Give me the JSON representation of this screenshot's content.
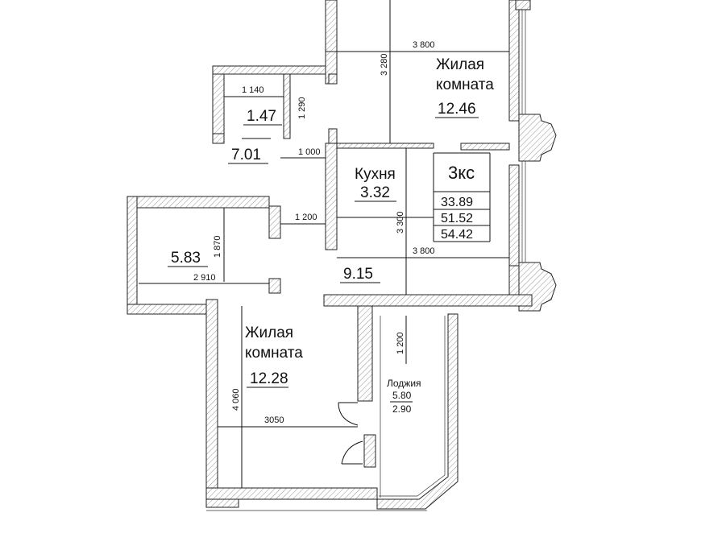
{
  "rooms": {
    "living_top": {
      "name": "Жилая комната",
      "name_line1": "Жилая",
      "name_line2": "комната",
      "area": "12.46"
    },
    "living_bottom": {
      "name_line1": "Жилая",
      "name_line2": "комната",
      "area": "12.28"
    },
    "kitchen": {
      "name": "Кухня",
      "area": "3.32"
    },
    "bathroom": {
      "area": "1.47"
    },
    "hall_top": {
      "area": "7.01"
    },
    "storage": {
      "area": "5.83"
    },
    "corridor": {
      "area": "9.15"
    },
    "loggia": {
      "name": "Лоджия",
      "area": "5.80",
      "area2": "2.90"
    }
  },
  "apartment": {
    "type": "3кс",
    "living_area": "33.89",
    "total_area": "51.52",
    "total_with_loggia": "54.42"
  },
  "dimensions": {
    "d_3800_top": "3 800",
    "d_3280": "3 280",
    "d_1140": "1 140",
    "d_1290": "1 290",
    "d_1000": "1 000",
    "d_1200_mid": "1 200",
    "d_3300": "3 300",
    "d_3800_mid": "3 800",
    "d_1870": "1 870",
    "d_2910": "2 910",
    "d_1200_loggia": "1 200",
    "d_4060": "4 060",
    "d_3050": "3050"
  }
}
